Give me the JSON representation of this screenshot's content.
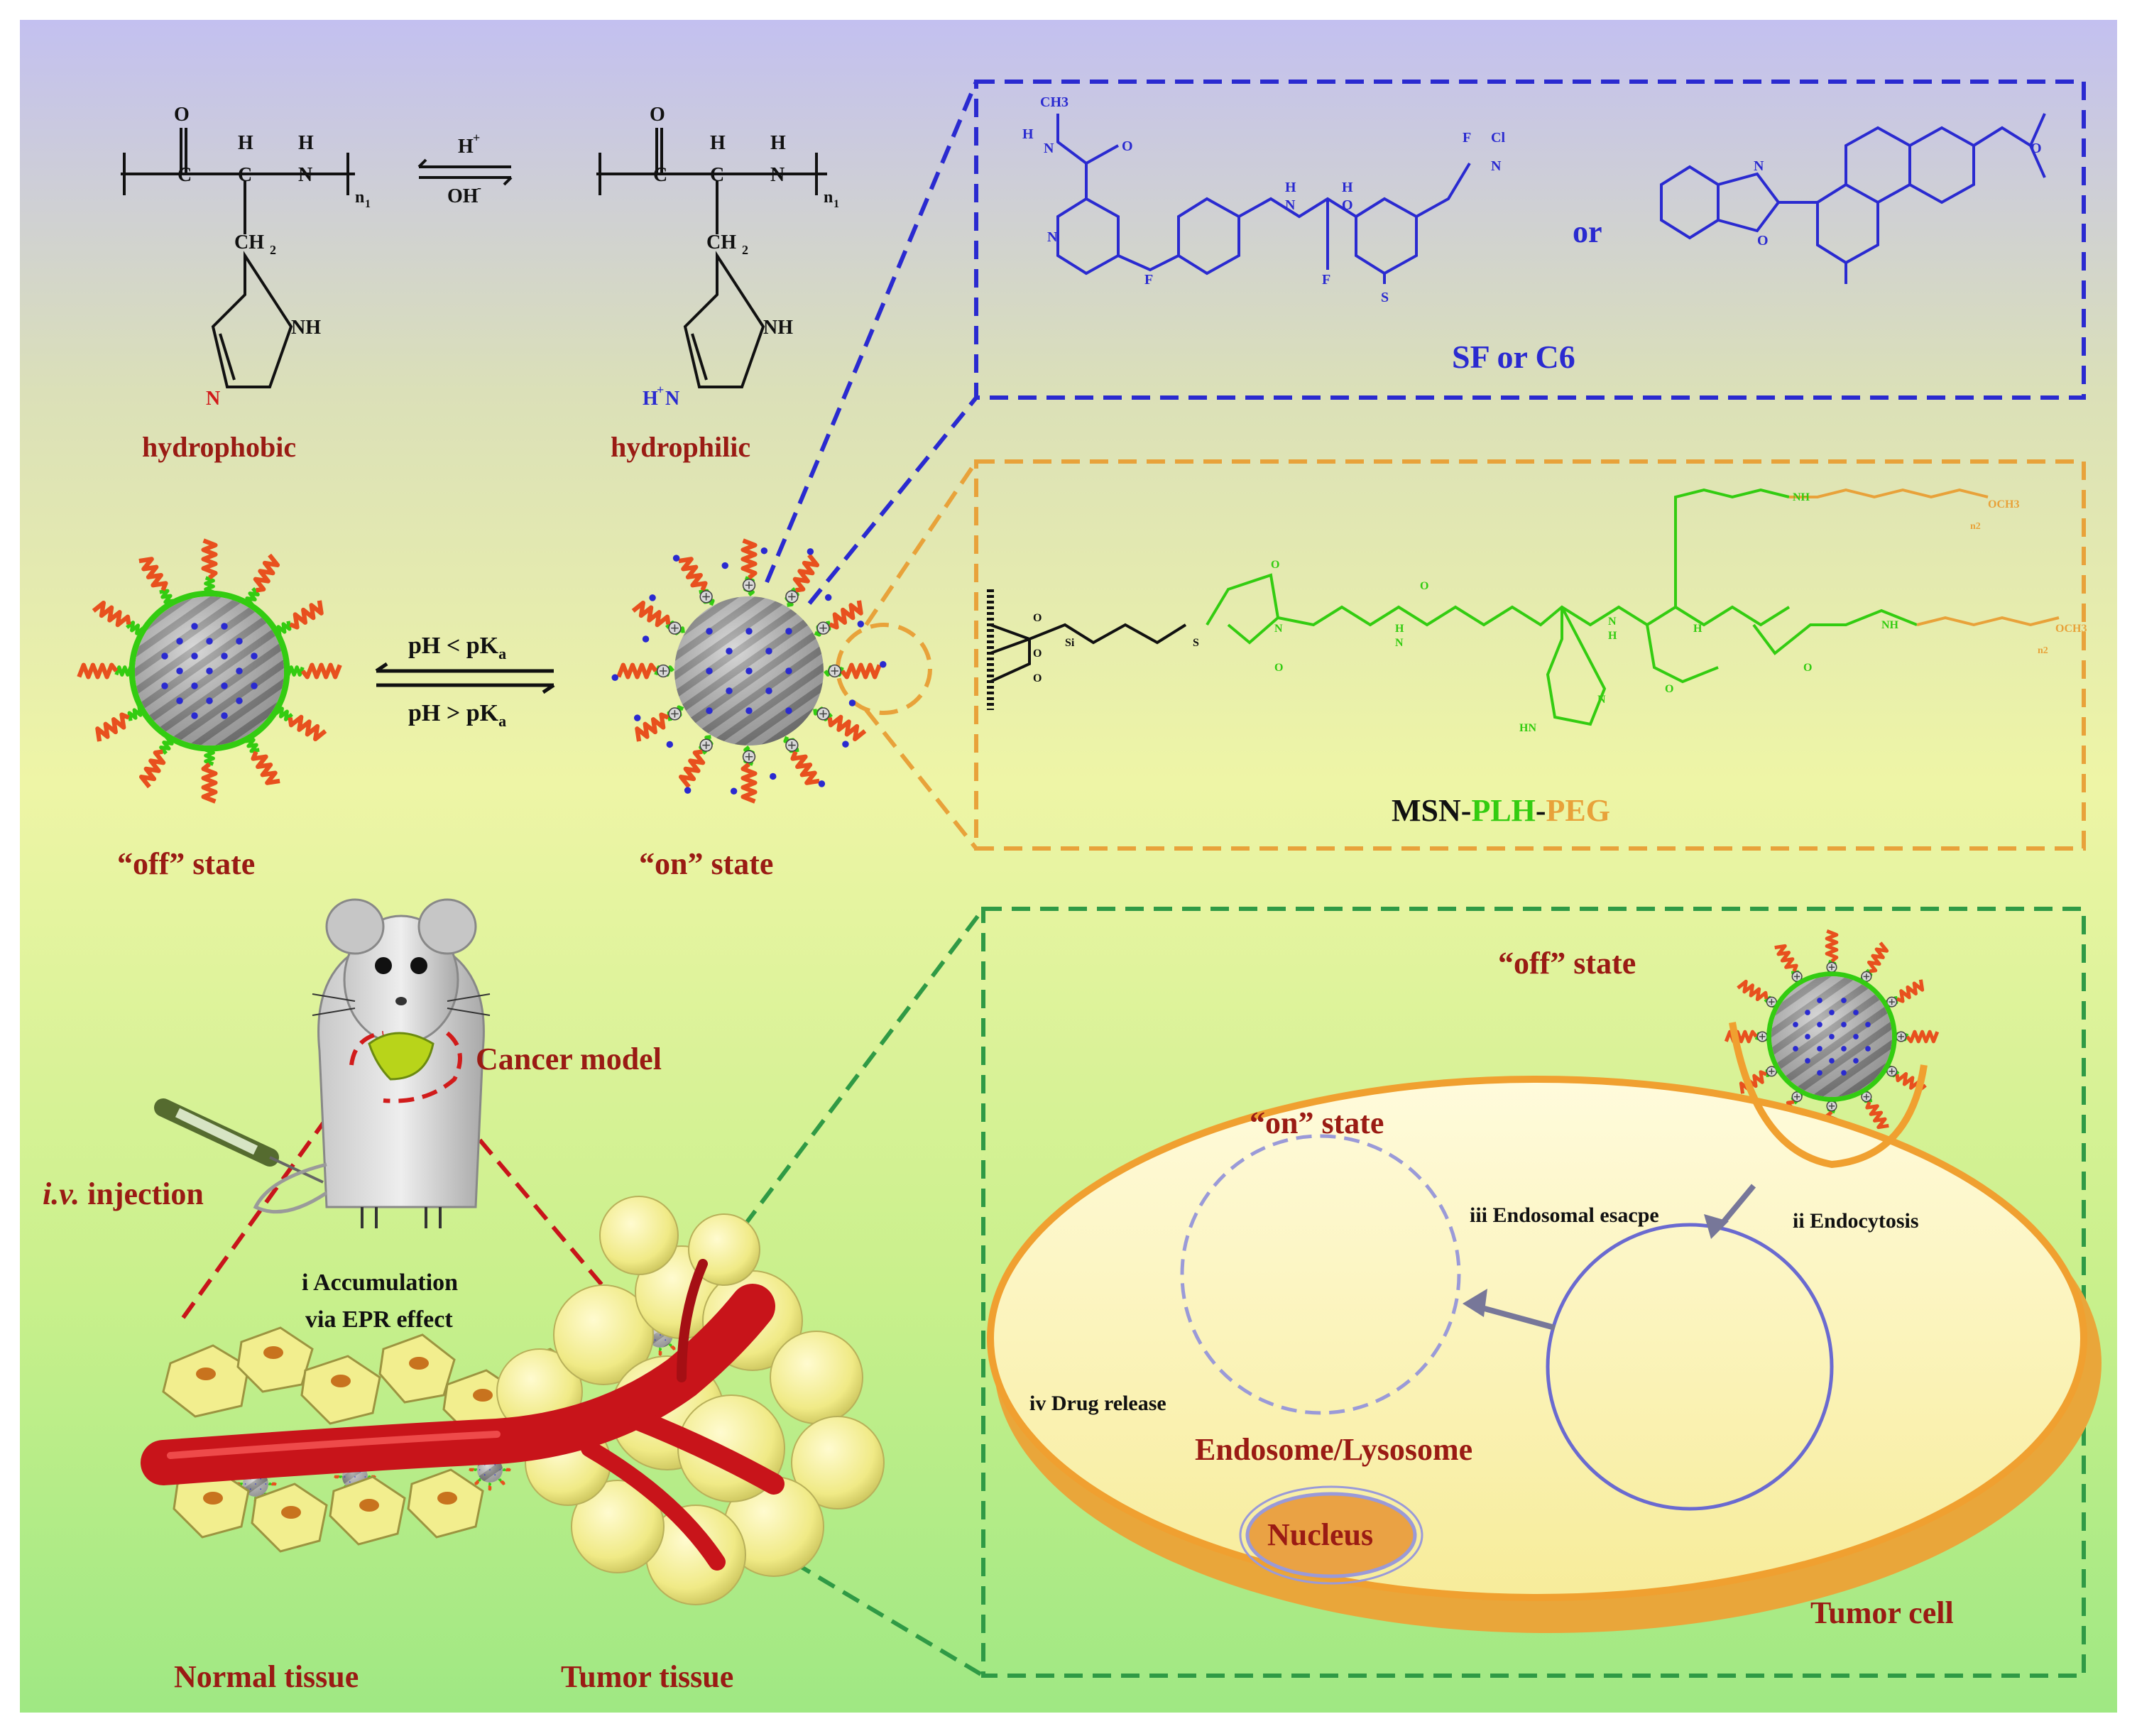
{
  "colors": {
    "label_red": "#9a1b14",
    "drug_blue": "#2a2ad0",
    "plh_green": "#33cc11",
    "peg_orange": "#e8a23a",
    "peg_chain": "#e8501e",
    "blue_box": "#2a2ad0",
    "orange_box": "#e8a23a",
    "green_box": "#2f9a45",
    "vessel": "#c8141a",
    "cell_fill": "#fdf6b8",
    "cell_rim": "#f0a030"
  },
  "top_left": {
    "hydrophobic": "hydrophobic",
    "hydrophilic": "hydrophilic",
    "eq_acid": "H",
    "eq_acid_sup": "+",
    "eq_base": "OH",
    "eq_base_sup": "-",
    "atoms": {
      "O": "O",
      "C": "C",
      "H": "H",
      "N": "N",
      "CH2": "CH",
      "sub2": "2",
      "NH": "NH",
      "n1": "n",
      "n1_sub": "1",
      "HN_plus": "H",
      "plus": "+"
    }
  },
  "drug_box": {
    "title": "SF or C6",
    "or_word": "or",
    "atoms": [
      "CH3",
      "H",
      "N",
      "O",
      "N",
      "H",
      "N",
      "H",
      "O",
      "F",
      "F",
      "F",
      "Cl",
      "N",
      "S",
      "N",
      "O",
      "O"
    ]
  },
  "state_row": {
    "off_label": "“off” state",
    "on_label": "“on” state",
    "ph_lt": "pH < pK",
    "ph_gt": "pH > pK",
    "ph_sub": "a"
  },
  "polymer_box": {
    "msn": "MSN",
    "dash": "-",
    "plh": "PLH",
    "peg": "PEG",
    "atoms": [
      "O",
      "O",
      "O",
      "Si",
      "S",
      "N",
      "O",
      "O",
      "O",
      "H",
      "N",
      "N",
      "H",
      "HN",
      "N",
      "O",
      "H",
      "O",
      "OCH3",
      "n2",
      "OCH3",
      "n2",
      "NH",
      "NH"
    ]
  },
  "bottom_left": {
    "cancer_model": "Cancer model",
    "iv": "i.v.",
    "injection": " injection",
    "accumulation_1": "i Accumulation",
    "accumulation_2": "via EPR effect",
    "normal_tissue": "Normal tissue",
    "tumor_tissue": "Tumor  tissue"
  },
  "cell_box": {
    "off_state": "“off”  state",
    "on_state": "“on”  state",
    "escape": "iii  Endosomal  esacpe",
    "endocytosis": "ii  Endocytosis",
    "drug_release": "iv  Drug  release",
    "endosome": "Endosome/Lysosome",
    "nucleus": "Nucleus",
    "tumor_cell": "Tumor  cell"
  }
}
